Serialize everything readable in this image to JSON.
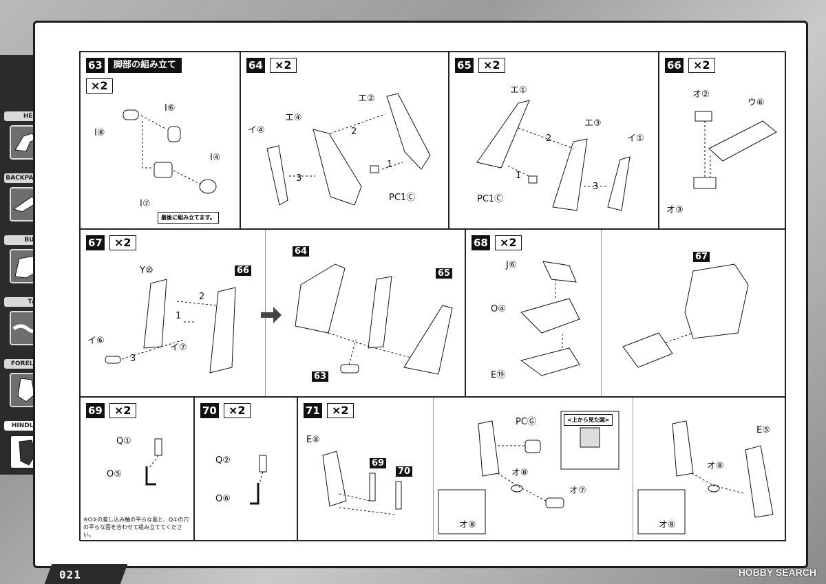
{
  "page": {
    "number": "021",
    "watermark": "HOBBY SEARCH"
  },
  "tabs": [
    {
      "label": "HEAD",
      "icon": "head-icon"
    },
    {
      "label": "BACKPACK",
      "icon": "backpack-icon"
    },
    {
      "label": "BUST",
      "icon": "bust-icon"
    },
    {
      "label": "TAIL",
      "icon": "tail-icon"
    },
    {
      "label": "FORELEG",
      "icon": "foreleg-icon"
    },
    {
      "label": "HINDLEG",
      "icon": "hindleg-icon",
      "active": true
    }
  ],
  "steps": {
    "s63": {
      "num": "63",
      "title": "脚部の組み立て",
      "mult": "×2",
      "labels": {
        "i6": "I⑥",
        "i8": "I⑧",
        "i4": "I④",
        "i7": "I⑦"
      },
      "note": "最後に組み立てます。"
    },
    "s64": {
      "num": "64",
      "mult": "×2",
      "labels": {
        "e2": "エ②",
        "e4": "エ④",
        "ii4": "イ④",
        "pc1": "PC1Ⓒ",
        "n1": "1",
        "n2": "2",
        "n3": "3"
      }
    },
    "s65": {
      "num": "65",
      "mult": "×2",
      "labels": {
        "e1": "エ①",
        "e3": "エ③",
        "ii1": "イ①",
        "pc1": "PC1Ⓒ",
        "n1": "1",
        "n2": "2",
        "n3": "3"
      }
    },
    "s66": {
      "num": "66",
      "mult": "×2",
      "labels": {
        "o2": "オ②",
        "u6": "ウ⑥",
        "o3": "オ③"
      }
    },
    "s67": {
      "num": "67",
      "mult": "×2",
      "labels": {
        "y10": "Y⑩",
        "ref66": "66",
        "ii6": "イ⑥",
        "ii7": "イ⑦",
        "ref64": "64",
        "ref65": "65",
        "ref63": "63",
        "n1": "1",
        "n2": "2",
        "n3": "3"
      }
    },
    "s68": {
      "num": "68",
      "mult": "×2",
      "labels": {
        "j6": "J⑥",
        "o4": "O④",
        "e19": "E⑲",
        "ref67": "67"
      }
    },
    "s69": {
      "num": "69",
      "mult": "×2",
      "labels": {
        "q1": "Q①",
        "o5": "O⑤"
      },
      "note": "※O⑤の差し込み軸の平らな面と、Q①の穴の平らな面を合わせて組み立ててください。"
    },
    "s70": {
      "num": "70",
      "mult": "×2",
      "labels": {
        "q2": "Q②",
        "o6": "O⑥"
      }
    },
    "s71": {
      "num": "71",
      "mult": "×2",
      "labels": {
        "e8": "E⑧",
        "ref69": "69",
        "ref70": "70",
        "pcg": "PCⒼ",
        "o8a": "オ⑧",
        "o7": "オ⑦",
        "o8b": "オ⑧",
        "e5": "E⑤",
        "o8c": "オ⑧",
        "o8d": "オ⑧"
      },
      "topview": "<上から見た図>"
    }
  },
  "colors": {
    "ink": "#111111",
    "frame": "#1b1b1b",
    "tab_bg": "#2b2b2b"
  }
}
